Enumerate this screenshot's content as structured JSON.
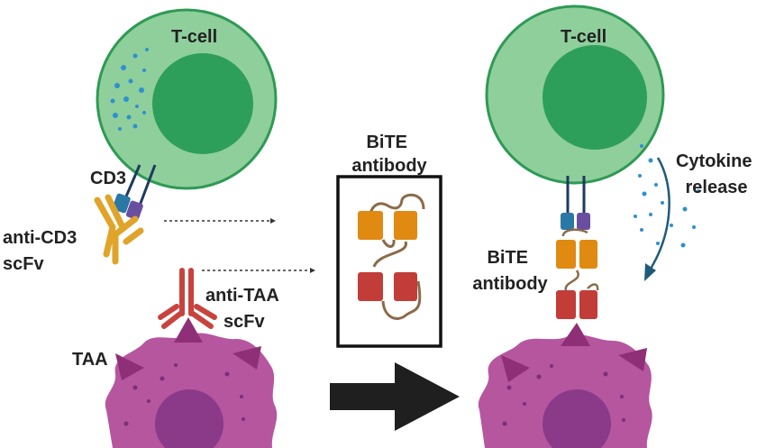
{
  "labels": {
    "tcell_left": "T-cell",
    "tcell_right": "T-cell",
    "cd3": "CD3",
    "anti_cd3_line1": "anti-CD3",
    "anti_cd3_line2": "scFv",
    "anti_taa_line1": "anti-TAA",
    "anti_taa_line2": "scFv",
    "taa": "TAA",
    "bite_box_line1": "BiTE",
    "bite_box_line2": "antibody",
    "bite_bound_line1": "BiTE",
    "bite_bound_line2": "antibody",
    "cytokine_line1": "Cytokine",
    "cytokine_line2": "release"
  },
  "colors": {
    "tcell_outer": "#8fcf9c",
    "tcell_border": "#2e9a54",
    "tcell_nucleus": "#2e9e5b",
    "granule": "#2f8fd0",
    "cd3_teal": "#2a78a5",
    "cd3_purple": "#6a4fa0",
    "anti_cd3_orange": "#e0a42a",
    "anti_taa_red": "#c9433e",
    "tumor_body": "#b5569f",
    "tumor_nucleus": "#8a3a88",
    "taa_triangle": "#8f2f78",
    "arrow": "#1f1f1f"
  }
}
